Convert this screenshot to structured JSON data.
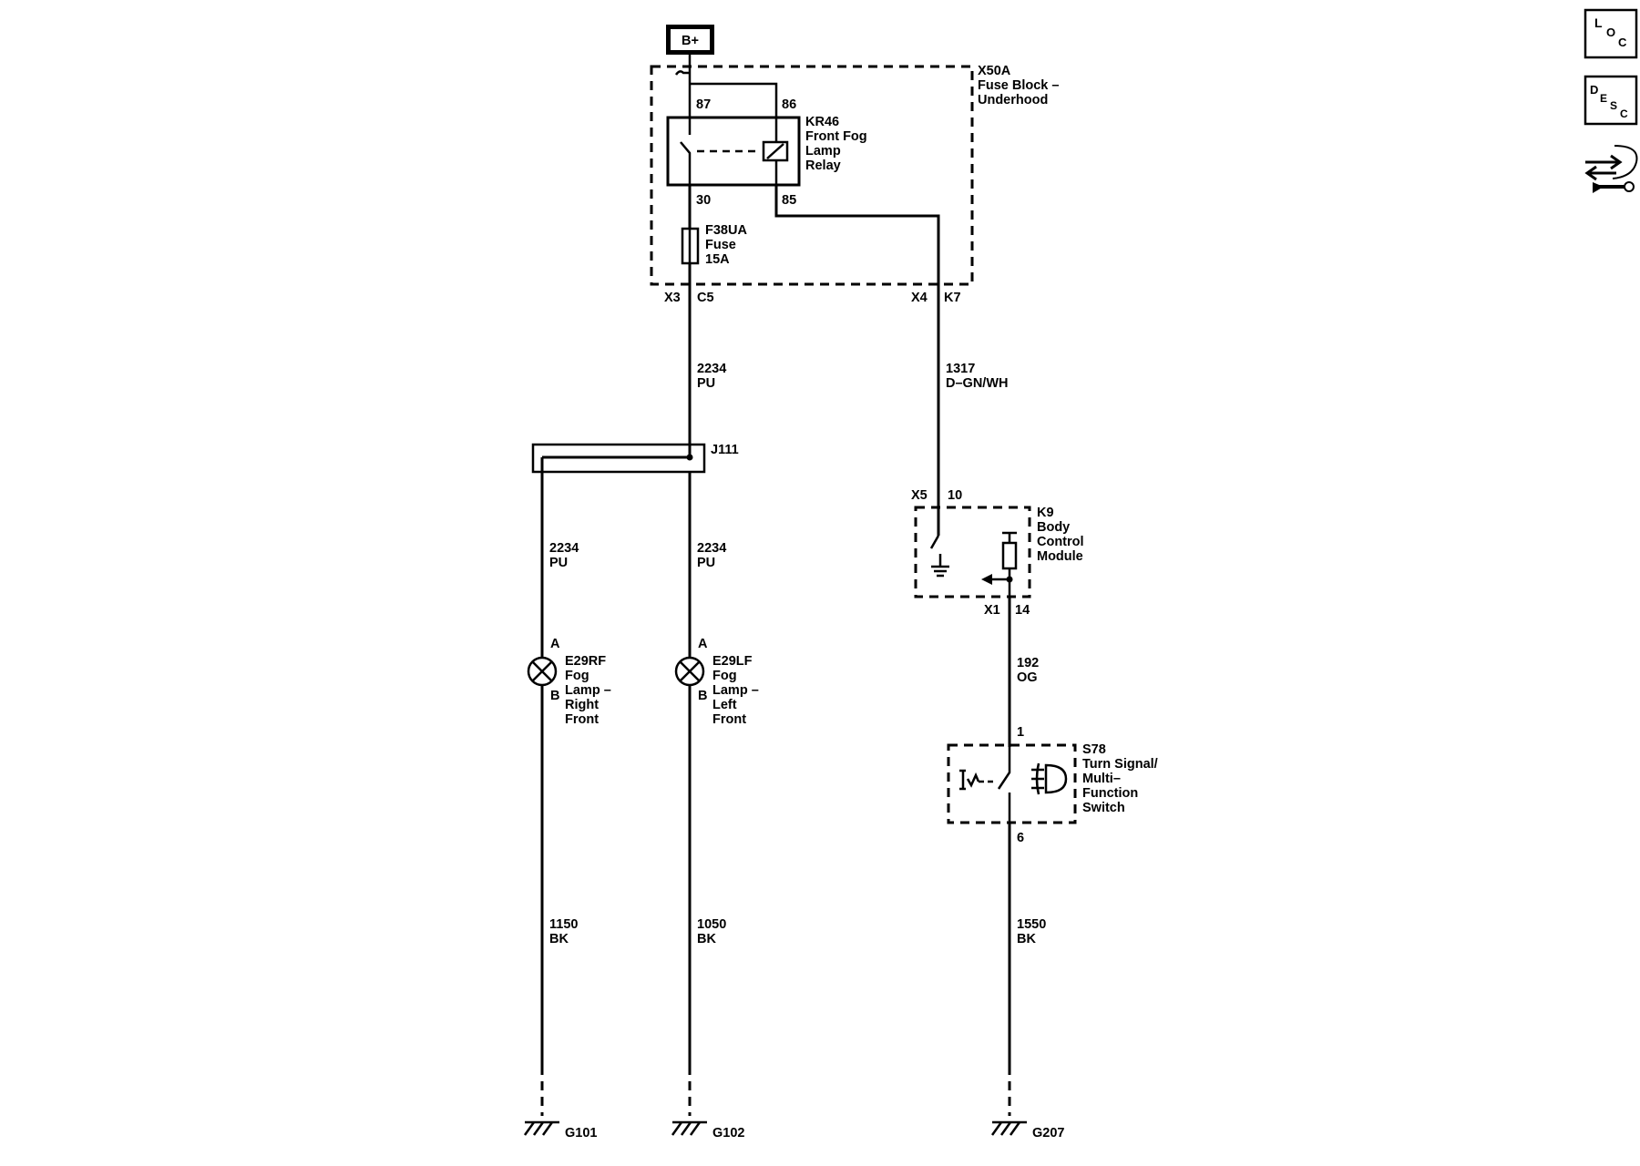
{
  "power": {
    "label": "B+"
  },
  "fuse_block": {
    "id": "X50A",
    "name_line1": "Fuse Block –",
    "name_line2": "Underhood",
    "conn_left": "X3",
    "pin_left": "C5",
    "conn_right": "X4",
    "pin_right": "K7"
  },
  "relay": {
    "id": "KR46",
    "line1": "Front Fog",
    "line2": "Lamp",
    "line3": "Relay",
    "pin87": "87",
    "pin86": "86",
    "pin30": "30",
    "pin85": "85"
  },
  "fuse": {
    "id": "F38UA",
    "line1": "Fuse",
    "line2": "15A"
  },
  "wire_2234_top": {
    "circuit": "2234",
    "color": "PU"
  },
  "wire_1317": {
    "circuit": "1317",
    "color": "D–GN/WH"
  },
  "splice": {
    "id": "J111"
  },
  "wire_2234_right": {
    "circuit": "2234",
    "color": "PU"
  },
  "wire_2234_left": {
    "circuit": "2234",
    "color": "PU"
  },
  "bcm": {
    "id": "K9",
    "line1": "Body",
    "line2": "Control",
    "line3": "Module",
    "conn_top": "X5",
    "pin_top": "10",
    "conn_bottom": "X1",
    "pin_bottom": "14"
  },
  "lamp_rf": {
    "id": "E29RF",
    "line1": "Fog",
    "line2": "Lamp –",
    "line3": "Right",
    "line4": "Front",
    "pin_a": "A",
    "pin_b": "B"
  },
  "lamp_lf": {
    "id": "E29LF",
    "line1": "Fog",
    "line2": "Lamp –",
    "line3": "Left",
    "line4": "Front",
    "pin_a": "A",
    "pin_b": "B"
  },
  "wire_192": {
    "circuit": "192",
    "color": "OG"
  },
  "switch": {
    "id": "S78",
    "line1": "Turn Signal/",
    "line2": "Multi–",
    "line3": "Function",
    "line4": "Switch",
    "pin_top": "1",
    "pin_bottom": "6"
  },
  "wire_1150": {
    "circuit": "1150",
    "color": "BK"
  },
  "wire_1050": {
    "circuit": "1050",
    "color": "BK"
  },
  "wire_1550": {
    "circuit": "1550",
    "color": "BK"
  },
  "grounds": {
    "g101": "G101",
    "g102": "G102",
    "g207": "G207"
  },
  "nav_buttons": {
    "loc": {
      "l1": "L",
      "l2": "O",
      "l3": "C"
    },
    "desc": {
      "l1": "D",
      "l2": "E",
      "l3": "S",
      "l4": "C"
    },
    "icons": [
      "loc-button-icon",
      "desc-button-icon",
      "connector-end-view-icon"
    ]
  }
}
